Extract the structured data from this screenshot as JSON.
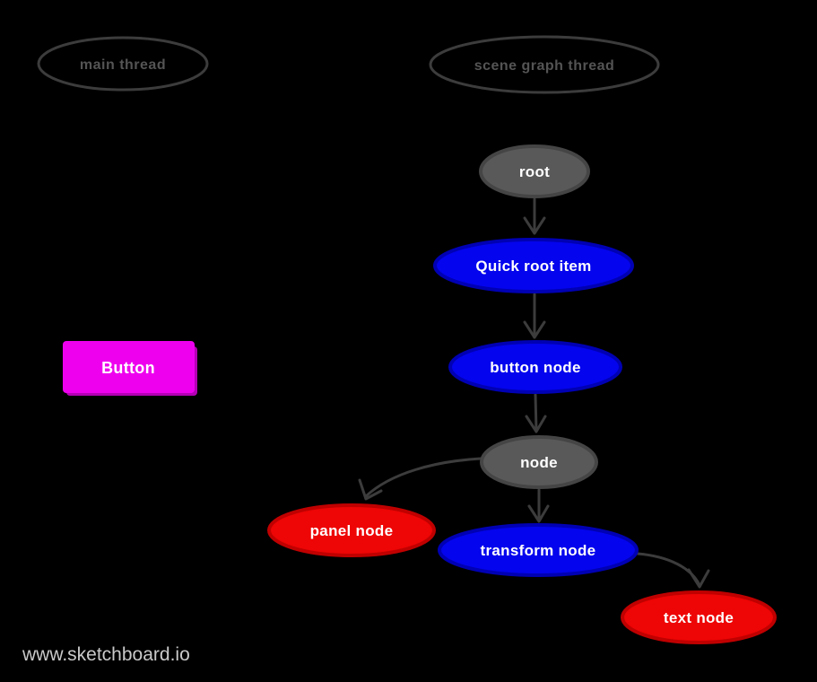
{
  "watermark": {
    "text": "www.sketchboard.io"
  },
  "threads": {
    "main": {
      "label": "main thread"
    },
    "scene_graph": {
      "label": "scene graph thread"
    }
  },
  "main_thread_items": {
    "button": {
      "label": "Button"
    }
  },
  "scene_graph_nodes": [
    {
      "id": "root",
      "label": "root",
      "color_role": "gray"
    },
    {
      "id": "quick-root-item",
      "label": "Quick root item",
      "color_role": "blue"
    },
    {
      "id": "button-node",
      "label": "button node",
      "color_role": "blue"
    },
    {
      "id": "node",
      "label": "node",
      "color_role": "gray"
    },
    {
      "id": "panel-node",
      "label": "panel node",
      "color_role": "red"
    },
    {
      "id": "transform-node",
      "label": "transform node",
      "color_role": "blue"
    },
    {
      "id": "text-node",
      "label": "text node",
      "color_role": "red"
    }
  ],
  "edges": [
    {
      "from": "root",
      "to": "quick-root-item"
    },
    {
      "from": "quick-root-item",
      "to": "button-node"
    },
    {
      "from": "button-node",
      "to": "node"
    },
    {
      "from": "node",
      "to": "panel-node"
    },
    {
      "from": "node",
      "to": "transform-node"
    },
    {
      "from": "transform-node",
      "to": "text-node"
    }
  ],
  "colors": {
    "background": "#000000",
    "arrow": "#3c3c3c",
    "thread_outline": "#3c3c3c",
    "thread_label": "#545454",
    "gray_fill": "#595959",
    "gray_stroke": "#454545",
    "blue_fill": "#0404ee",
    "blue_stroke": "#0000b4",
    "red_fill": "#ee0505",
    "red_stroke": "#c00000",
    "button_fill": "#ee00ee",
    "button_shadow": "#b400b4",
    "node_label": "#ffffff",
    "watermark_color": "#c9c9c9"
  }
}
